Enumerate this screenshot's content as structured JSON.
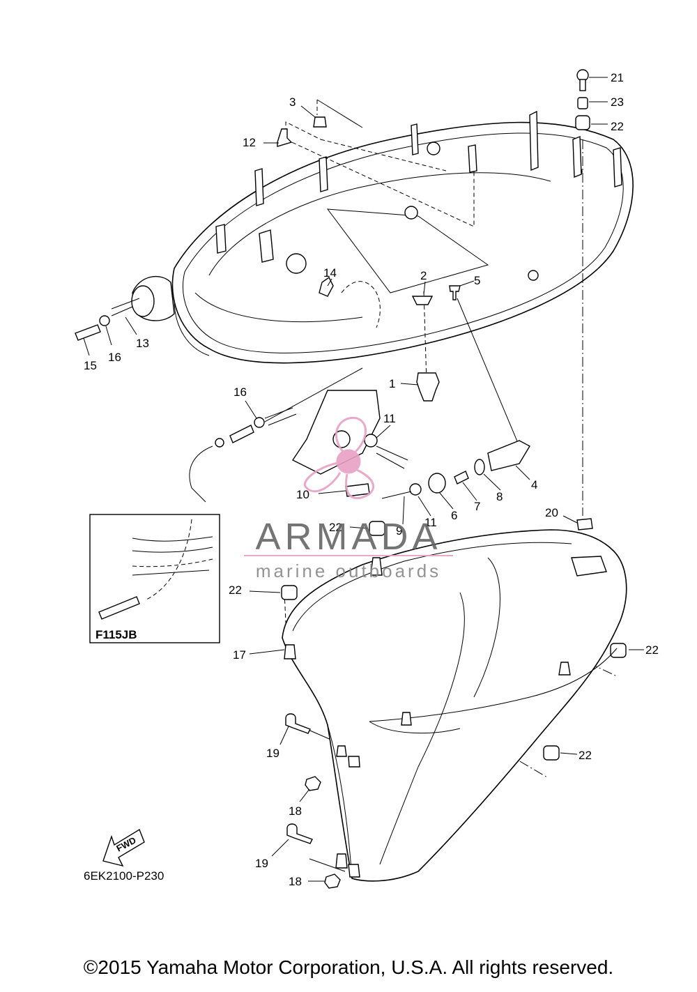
{
  "diagram": {
    "part_labels": [
      "21",
      "23",
      "22",
      "3",
      "12",
      "14",
      "2",
      "5",
      "13",
      "16",
      "15",
      "1",
      "16",
      "11",
      "4",
      "8",
      "7",
      "6",
      "11",
      "10",
      "9",
      "22",
      "20",
      "22",
      "17",
      "22",
      "19",
      "18",
      "19",
      "18"
    ],
    "inset_label": "F115JB",
    "fwd_label": "FWD",
    "drawing_code": "6EK2100-P230"
  },
  "watermark": {
    "brand": "ARMADA",
    "tagline": "marine outboards",
    "accent_color": "#e8a0c4"
  },
  "copyright": "©2015 Yamaha Motor Corporation, U.S.A. All rights reserved."
}
